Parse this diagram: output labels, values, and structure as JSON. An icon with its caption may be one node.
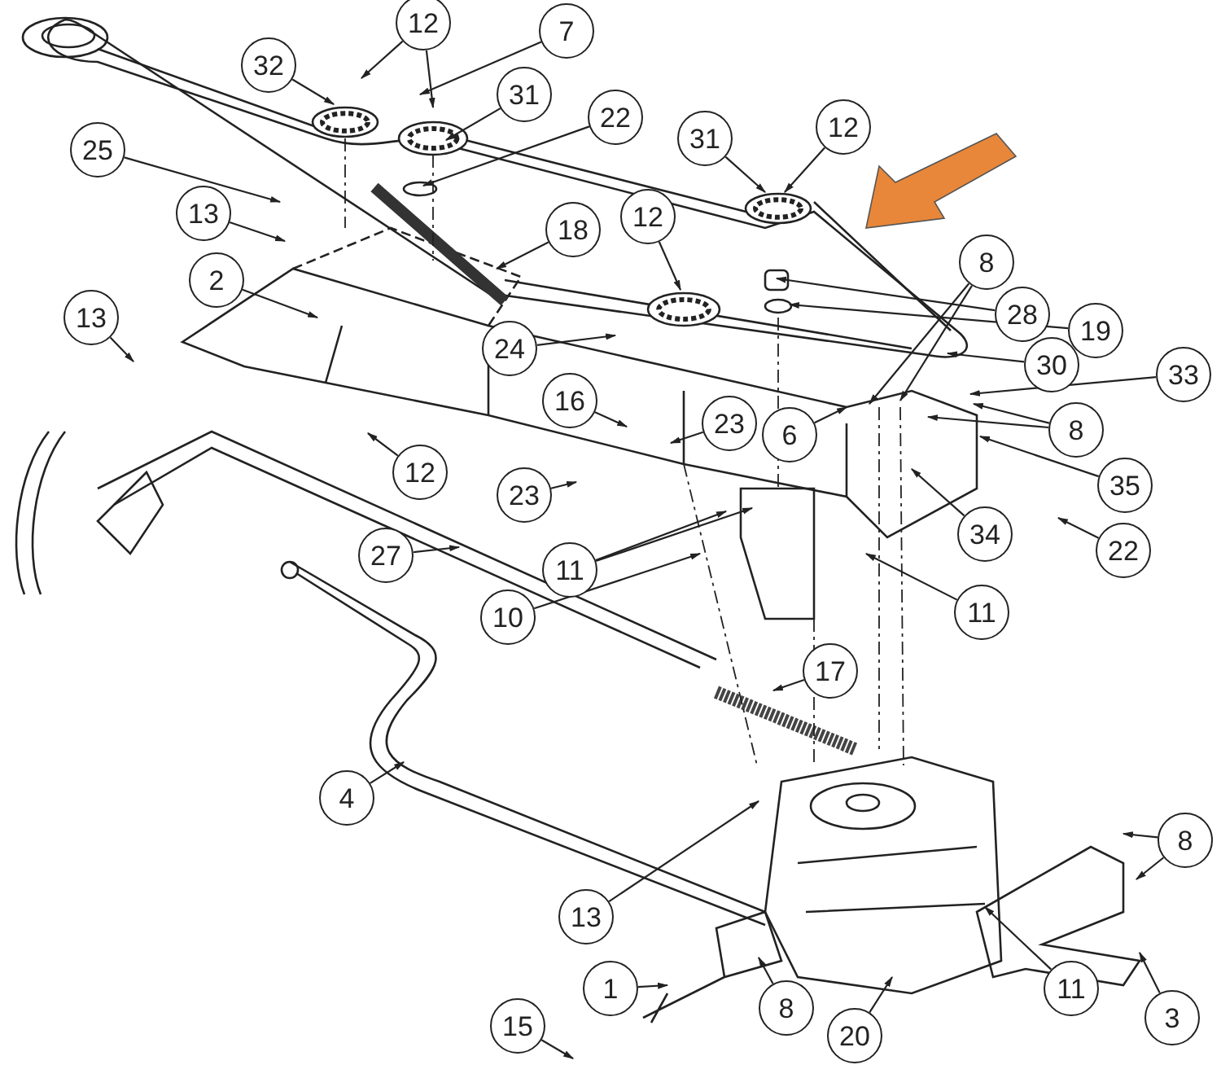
{
  "diagram": {
    "nodes": [
      {
        "text": [
          "12"
        ]
      },
      {
        "text": [
          "7"
        ]
      },
      {
        "text": [
          "32"
        ]
      },
      {
        "text": [
          "31"
        ]
      },
      {
        "text": [
          "22"
        ]
      },
      {
        "text": [
          "25"
        ]
      },
      {
        "text": [
          "13"
        ]
      },
      {
        "text": [
          "18"
        ]
      },
      {
        "text": [
          "2"
        ]
      },
      {
        "text": [
          "31"
        ]
      },
      {
        "text": [
          "12"
        ]
      },
      {
        "text": [
          "12"
        ]
      },
      {
        "text": [
          "8"
        ]
      },
      {
        "text": [
          "28"
        ]
      },
      {
        "text": [
          "19"
        ]
      },
      {
        "text": [
          "13"
        ]
      },
      {
        "text": [
          "24"
        ]
      },
      {
        "text": [
          "30"
        ]
      },
      {
        "text": [
          "33"
        ]
      },
      {
        "text": [
          "16"
        ]
      },
      {
        "text": [
          "8"
        ]
      },
      {
        "text": [
          "23"
        ]
      },
      {
        "text": [
          "6"
        ]
      },
      {
        "text": [
          "35"
        ]
      },
      {
        "text": [
          "12"
        ]
      },
      {
        "text": [
          "23"
        ]
      },
      {
        "text": [
          "34"
        ]
      },
      {
        "text": [
          "22"
        ]
      },
      {
        "text": [
          "27"
        ]
      },
      {
        "text": [
          "11"
        ]
      },
      {
        "text": [
          "10"
        ]
      },
      {
        "text": [
          "11"
        ]
      },
      {
        "text": [
          "17"
        ]
      },
      {
        "text": [
          "4"
        ]
      },
      {
        "text": [
          "13"
        ]
      },
      {
        "text": [
          "8"
        ]
      },
      {
        "text": [
          "1"
        ]
      },
      {
        "text": [
          "8"
        ]
      },
      {
        "text": [
          "11"
        ]
      },
      {
        "text": [
          "3"
        ]
      },
      {
        "text": [
          "15"
        ]
      },
      {
        "text": [
          "20"
        ]
      }
    ],
    "edges": [
      {
        "from": 0,
        "to": null,
        "arrow": "to"
      },
      {
        "from": 0,
        "to": null,
        "arrow": "to"
      },
      {
        "from": 1,
        "to": null,
        "arrow": "to"
      },
      {
        "from": 2,
        "to": null,
        "arrow": "to"
      },
      {
        "from": 3,
        "to": null,
        "arrow": "to"
      },
      {
        "from": 4,
        "to": null,
        "arrow": "to"
      },
      {
        "from": 5,
        "to": null,
        "arrow": "to"
      },
      {
        "from": 6,
        "to": null,
        "arrow": "to"
      },
      {
        "from": 7,
        "to": null,
        "arrow": "to"
      },
      {
        "from": 8,
        "to": null,
        "arrow": "to"
      },
      {
        "from": 9,
        "to": null,
        "arrow": "to"
      },
      {
        "from": 10,
        "to": null,
        "arrow": "to"
      },
      {
        "from": 11,
        "to": null,
        "arrow": "to"
      },
      {
        "from": 12,
        "to": null,
        "arrow": "to"
      },
      {
        "from": 12,
        "to": null,
        "arrow": "to"
      },
      {
        "from": 13,
        "to": null,
        "arrow": "to"
      },
      {
        "from": 14,
        "to": null,
        "arrow": "to"
      },
      {
        "from": 15,
        "to": null,
        "arrow": "to"
      },
      {
        "from": 16,
        "to": null,
        "arrow": "to"
      },
      {
        "from": 17,
        "to": null,
        "arrow": "to"
      },
      {
        "from": 18,
        "to": null,
        "arrow": "to"
      },
      {
        "from": 19,
        "to": null,
        "arrow": "to"
      },
      {
        "from": 20,
        "to": null,
        "arrow": "to"
      },
      {
        "from": 20,
        "to": null,
        "arrow": "to"
      },
      {
        "from": 21,
        "to": null,
        "arrow": "to"
      },
      {
        "from": 22,
        "to": null,
        "arrow": "to"
      },
      {
        "from": 23,
        "to": null,
        "arrow": "to"
      },
      {
        "from": 24,
        "to": null,
        "arrow": "to"
      },
      {
        "from": 25,
        "to": null,
        "arrow": "to"
      },
      {
        "from": 26,
        "to": null,
        "arrow": "to"
      },
      {
        "from": 27,
        "to": null,
        "arrow": "to"
      },
      {
        "from": 28,
        "to": null,
        "arrow": "to"
      },
      {
        "from": 29,
        "to": null,
        "arrow": "to"
      },
      {
        "from": 29,
        "to": null,
        "arrow": "to"
      },
      {
        "from": 30,
        "to": null,
        "arrow": "to"
      },
      {
        "from": 31,
        "to": null,
        "arrow": "to"
      },
      {
        "from": 32,
        "to": null,
        "arrow": "to"
      },
      {
        "from": 33,
        "to": null,
        "arrow": "to"
      },
      {
        "from": 34,
        "to": null,
        "arrow": "to"
      },
      {
        "from": 35,
        "to": null,
        "arrow": "to"
      },
      {
        "from": 35,
        "to": null,
        "arrow": "to"
      },
      {
        "from": 36,
        "to": null,
        "arrow": "to"
      },
      {
        "from": 37,
        "to": null,
        "arrow": "to"
      },
      {
        "from": 38,
        "to": null,
        "arrow": "to"
      },
      {
        "from": 39,
        "to": null,
        "arrow": "to"
      },
      {
        "from": 40,
        "to": null,
        "arrow": "to"
      },
      {
        "from": 41,
        "to": null,
        "arrow": "to"
      }
    ]
  }
}
